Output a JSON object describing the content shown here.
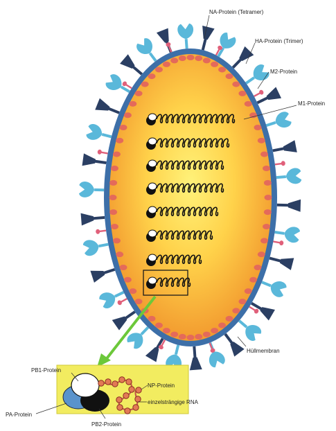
{
  "labels": {
    "na_protein": "NA-Protein (Tetramer)",
    "ha_protein": "HA-Protein (Trimer)",
    "m2_protein": "M2-Protein",
    "m1_protein": "M1-Protein",
    "huellmembran": "Hüllmembran",
    "pb1_protein": "PB1-Protein",
    "np_protein": "NP-Protein",
    "rna": "einzelsträngige RNA",
    "pa_protein": "PA-Protein",
    "pb2_protein": "PB2-Protein"
  },
  "colors": {
    "envelope": "#3d6fa8",
    "core_orange": "#f0a030",
    "core_yellow": "#ffe860",
    "na_dark": "#2b3f63",
    "ha_light": "#5ab8da",
    "m1_red": "#e46a5a",
    "m2_pink": "#e0607a",
    "zoom_box": "#f2ec60",
    "arrow": "#6cc83a"
  },
  "segments": 8
}
